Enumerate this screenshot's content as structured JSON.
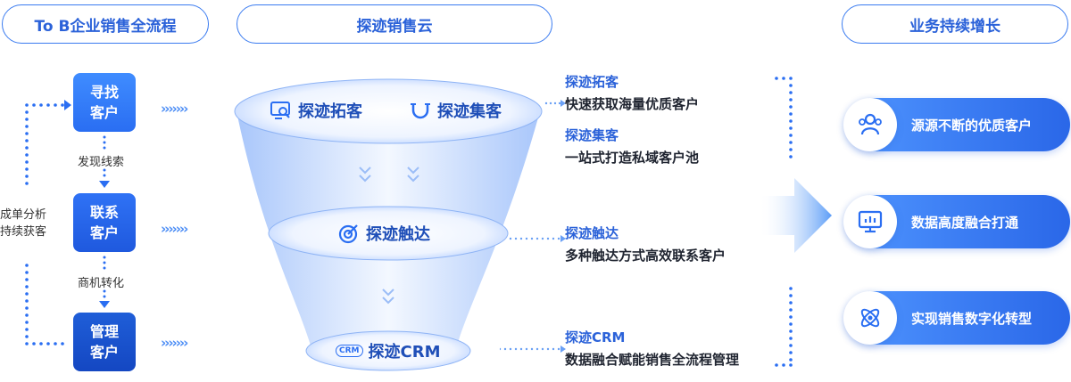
{
  "headers": {
    "process": "To B企业销售全流程",
    "product": "探迹销售云",
    "growth": "业务持续增长"
  },
  "steps": [
    {
      "line1": "寻找",
      "line2": "客户"
    },
    {
      "line1": "联系",
      "line2": "客户"
    },
    {
      "line1": "管理",
      "line2": "客户"
    }
  ],
  "step_transitions": [
    "发现线索",
    "商机转化"
  ],
  "loop": {
    "line1": "成单分析",
    "line2": "持续获客"
  },
  "funnel": {
    "top_left": "探迹拓客",
    "top_right": "探迹集客",
    "middle": "探迹触达",
    "bottom": "探迹CRM",
    "crm_badge": "CRM"
  },
  "descriptions": [
    {
      "title": "探迹拓客",
      "desc": "快速获取海量优质客户"
    },
    {
      "title": "探迹集客",
      "desc": "一站式打造私域客户池"
    },
    {
      "title": "探迹触达",
      "desc": "多种触达方式高效联系客户"
    },
    {
      "title": "探迹CRM",
      "desc": "数据融合赋能销售全流程管理"
    }
  ],
  "results": [
    {
      "label": "源源不断的优质客户",
      "icon": "people-icon"
    },
    {
      "label": "数据高度融合打通",
      "icon": "monitor-chart-icon"
    },
    {
      "label": "实现销售数字化转型",
      "icon": "atom-icon"
    }
  ],
  "colors": {
    "primary": "#2a6ef2",
    "dark": "#1447c2",
    "text": "#1f2430"
  }
}
